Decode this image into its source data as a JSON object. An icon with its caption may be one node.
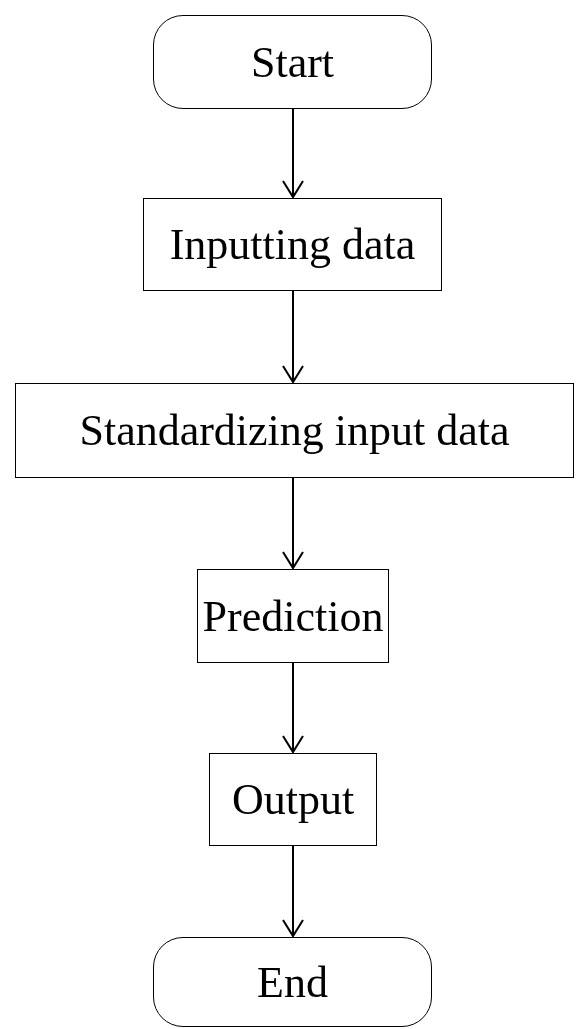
{
  "diagram": {
    "nodes": [
      {
        "text": [
          "Start"
        ]
      },
      {
        "text": [
          "Inputting data"
        ]
      },
      {
        "text": [
          "Standardizing input data"
        ]
      },
      {
        "text": [
          "Prediction"
        ]
      },
      {
        "text": [
          "Output"
        ]
      },
      {
        "text": [
          "End"
        ]
      }
    ],
    "edges": [
      {
        "from": 0,
        "to": 1,
        "arrow": "to"
      },
      {
        "from": 1,
        "to": 2,
        "arrow": "to"
      },
      {
        "from": 2,
        "to": 3,
        "arrow": "to"
      },
      {
        "from": 3,
        "to": 4,
        "arrow": "to"
      },
      {
        "from": 4,
        "to": 5,
        "arrow": "to"
      }
    ]
  }
}
